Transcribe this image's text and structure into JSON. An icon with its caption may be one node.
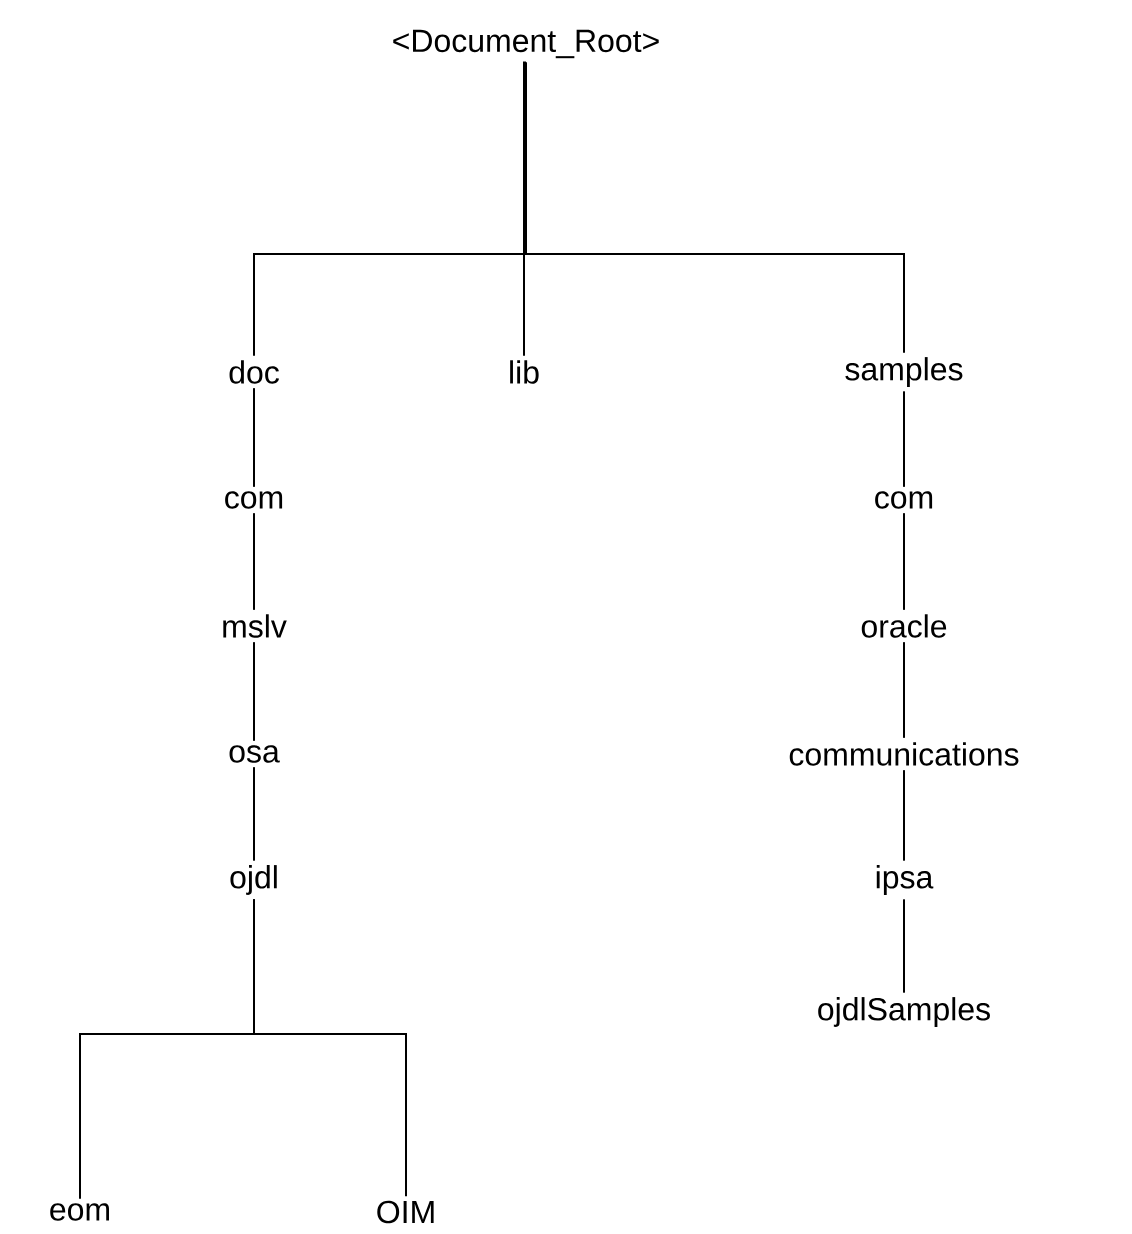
{
  "diagram": {
    "nodes": [
      {
        "text": [
          "<Document_Root>"
        ]
      },
      {
        "text": [
          "doc"
        ]
      },
      {
        "text": [
          "lib"
        ]
      },
      {
        "text": [
          "samples"
        ]
      },
      {
        "text": [
          "com"
        ]
      },
      {
        "text": [
          "mslv"
        ]
      },
      {
        "text": [
          "osa"
        ]
      },
      {
        "text": [
          "ojdl"
        ]
      },
      {
        "text": [
          "eom"
        ]
      },
      {
        "text": [
          "OIM"
        ]
      },
      {
        "text": [
          "com"
        ]
      },
      {
        "text": [
          "oracle"
        ]
      },
      {
        "text": [
          "communications"
        ]
      },
      {
        "text": [
          "ipsa"
        ]
      },
      {
        "text": [
          "ojdlSamples"
        ]
      }
    ],
    "edges": [
      {
        "from": 0,
        "to": 1,
        "arrow": "none"
      },
      {
        "from": 0,
        "to": 2,
        "arrow": "none"
      },
      {
        "from": 0,
        "to": 3,
        "arrow": "none"
      },
      {
        "from": 1,
        "to": 4,
        "arrow": "none"
      },
      {
        "from": 4,
        "to": 5,
        "arrow": "none"
      },
      {
        "from": 5,
        "to": 6,
        "arrow": "none"
      },
      {
        "from": 6,
        "to": 7,
        "arrow": "none"
      },
      {
        "from": 7,
        "to": 8,
        "arrow": "none"
      },
      {
        "from": 7,
        "to": 9,
        "arrow": "none"
      },
      {
        "from": 3,
        "to": 10,
        "arrow": "none"
      },
      {
        "from": 10,
        "to": 11,
        "arrow": "none"
      },
      {
        "from": 11,
        "to": 12,
        "arrow": "none"
      },
      {
        "from": 12,
        "to": 13,
        "arrow": "none"
      },
      {
        "from": 13,
        "to": 14,
        "arrow": "none"
      }
    ]
  }
}
